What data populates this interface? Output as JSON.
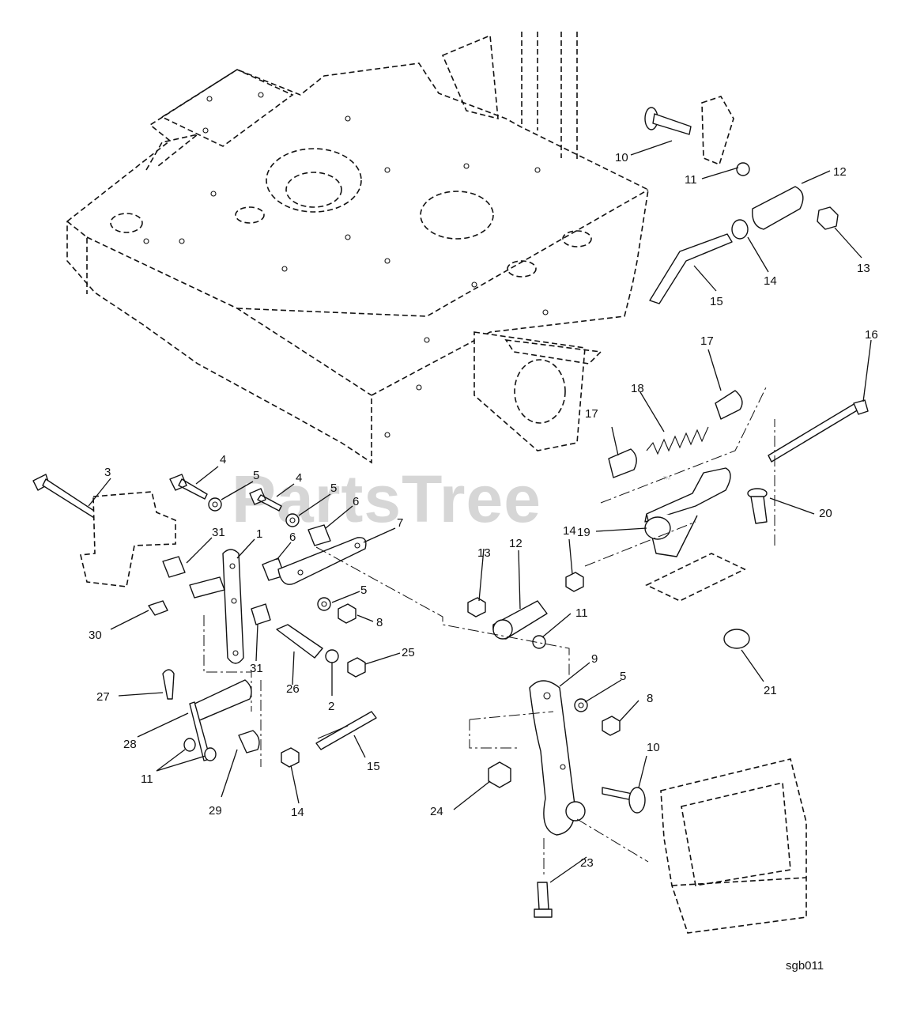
{
  "diagram": {
    "watermark": "PartsTree",
    "trademark": "™",
    "diagram_code": "sgb011",
    "callouts": [
      {
        "label": "1"
      },
      {
        "label": "2"
      },
      {
        "label": "3"
      },
      {
        "label": "4"
      },
      {
        "label": "4"
      },
      {
        "label": "5"
      },
      {
        "label": "5"
      },
      {
        "label": "5"
      },
      {
        "label": "5"
      },
      {
        "label": "6"
      },
      {
        "label": "6"
      },
      {
        "label": "7"
      },
      {
        "label": "8"
      },
      {
        "label": "8"
      },
      {
        "label": "9"
      },
      {
        "label": "10"
      },
      {
        "label": "10"
      },
      {
        "label": "11"
      },
      {
        "label": "11"
      },
      {
        "label": "11"
      },
      {
        "label": "12"
      },
      {
        "label": "12"
      },
      {
        "label": "13"
      },
      {
        "label": "13"
      },
      {
        "label": "14"
      },
      {
        "label": "14"
      },
      {
        "label": "14"
      },
      {
        "label": "15"
      },
      {
        "label": "15"
      },
      {
        "label": "16"
      },
      {
        "label": "17"
      },
      {
        "label": "17"
      },
      {
        "label": "18"
      },
      {
        "label": "19"
      },
      {
        "label": "20"
      },
      {
        "label": "21"
      },
      {
        "label": "23"
      },
      {
        "label": "24"
      },
      {
        "label": "25"
      },
      {
        "label": "26"
      },
      {
        "label": "27"
      },
      {
        "label": "28"
      },
      {
        "label": "29"
      },
      {
        "label": "30"
      },
      {
        "label": "31"
      },
      {
        "label": "31"
      }
    ]
  }
}
